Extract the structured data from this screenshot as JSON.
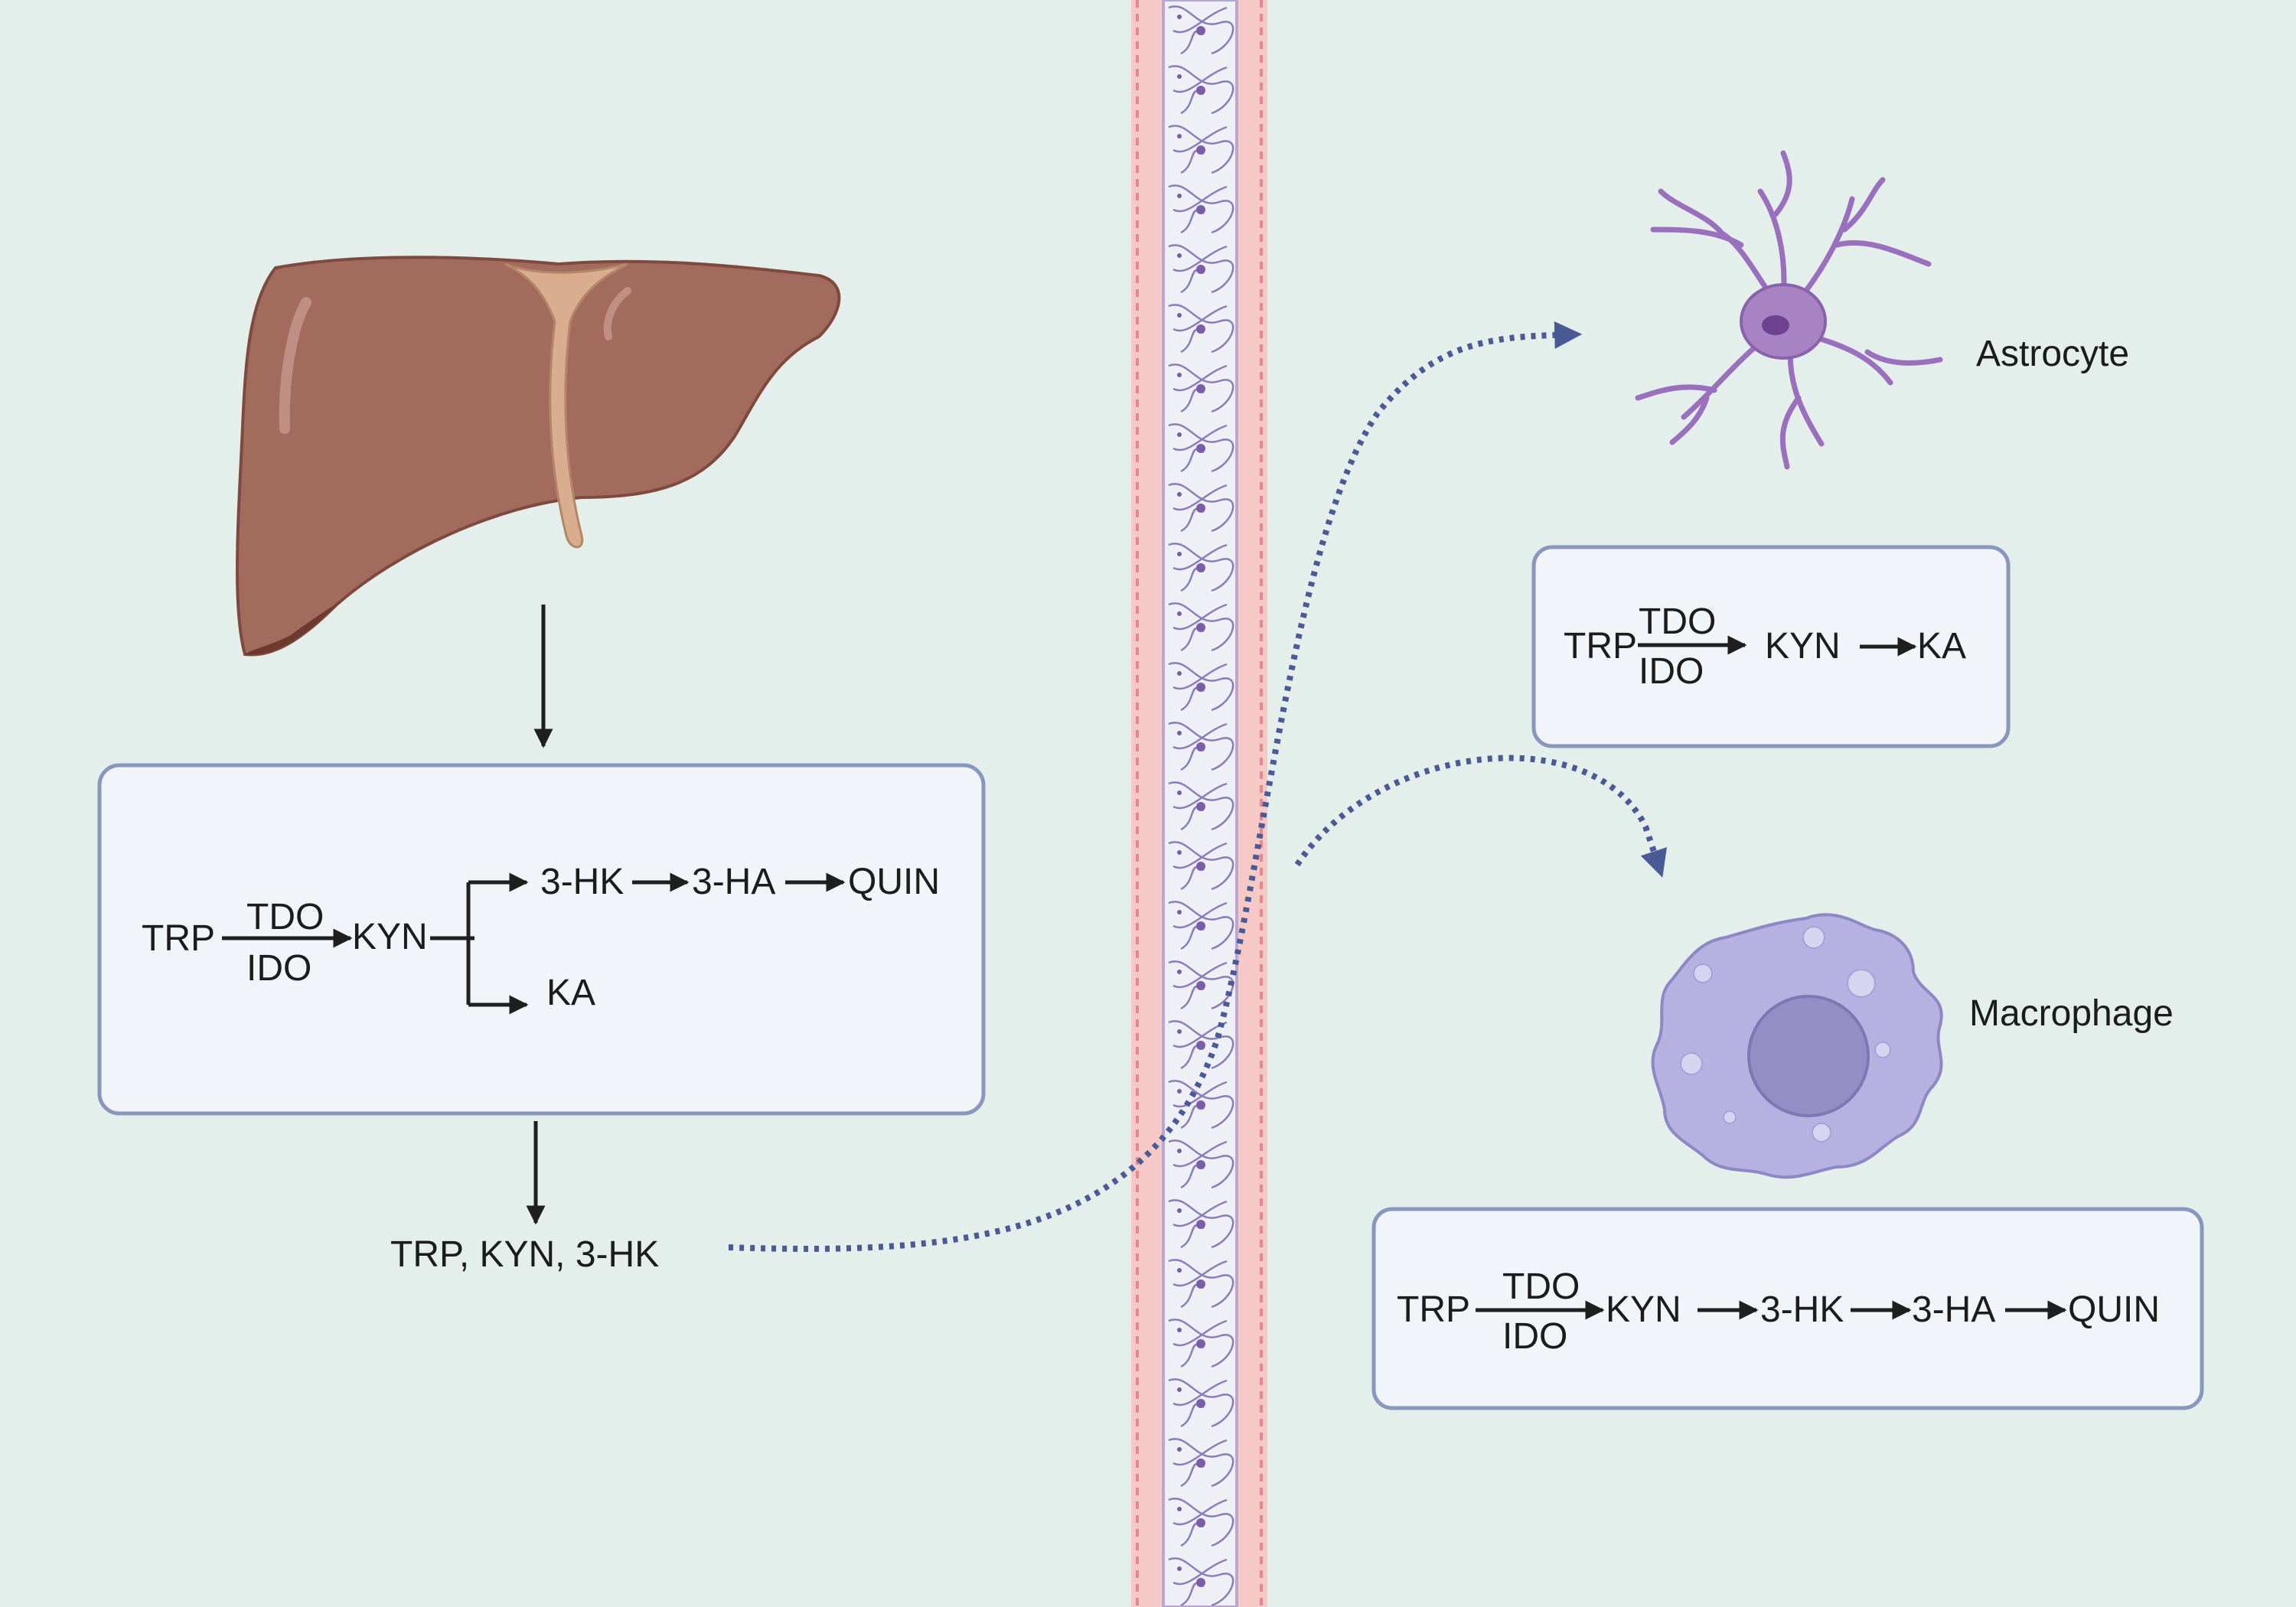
{
  "colors": {
    "background": "#e4eeea",
    "box_fill": "#f1f5f9",
    "box_stroke": "#8797bd",
    "dotted_arrow": "#4a5a96",
    "liver": "#a36b5e",
    "barrier": "#f6c9c6",
    "astrocyte": "#a883c4",
    "macrophage": "#b6b1e0"
  },
  "liver_box": {
    "trp": "TRP",
    "enzyme_top": "TDO",
    "enzyme_bottom": "IDO",
    "kyn": "KYN",
    "hk": "3-HK",
    "ha": "3-HA",
    "quin": "QUIN",
    "ka": "KA"
  },
  "export_label": "TRP, KYN, 3-HK",
  "astrocyte": {
    "label": "Astrocyte",
    "trp": "TRP",
    "enzyme_top": "TDO",
    "enzyme_bottom": "IDO",
    "kyn": "KYN",
    "ka": "KA"
  },
  "macrophage": {
    "label": "Macrophage",
    "trp": "TRP",
    "enzyme_top": "TDO",
    "enzyme_bottom": "IDO",
    "kyn": "KYN",
    "hk": "3-HK",
    "ha": "3-HA",
    "quin": "QUIN"
  }
}
